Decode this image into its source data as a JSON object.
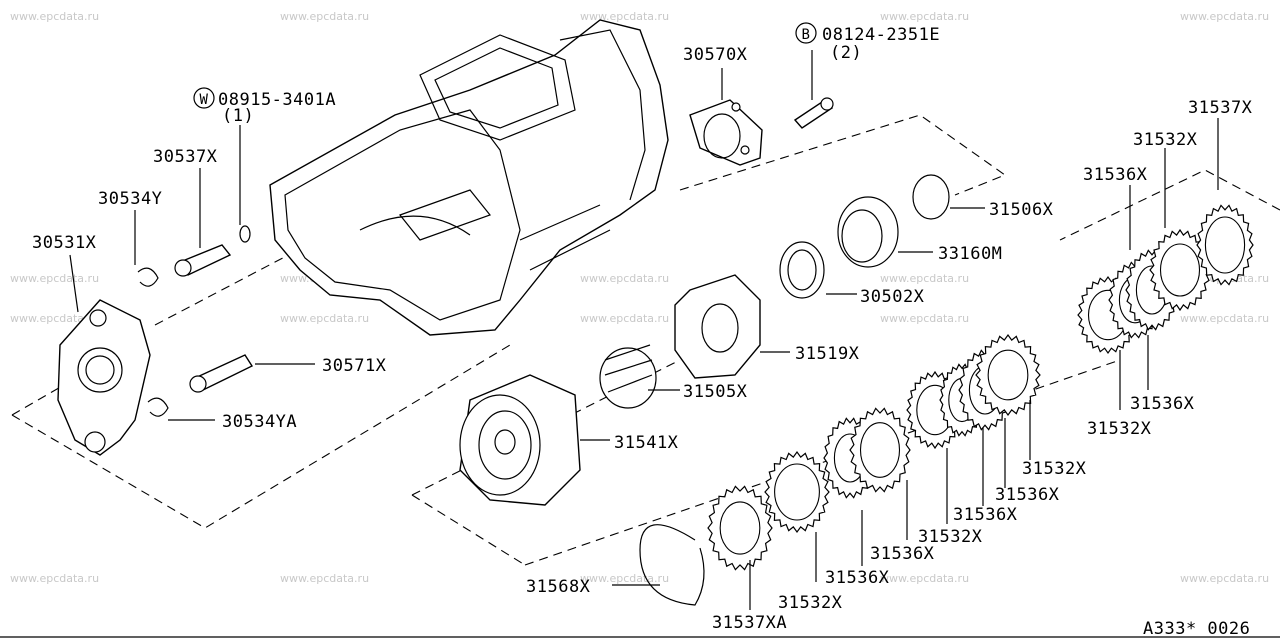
{
  "watermark": "www.epcdata.ru",
  "diagram_code": "A333* 0026",
  "labels": {
    "l30570X": "30570X",
    "l08124": "08124-2351E",
    "l08124q": "(2)",
    "l08915": "08915-3401A",
    "l08915q": "(1)",
    "l30537X": "30537X",
    "l30534Y": "30534Y",
    "l30531X": "30531X",
    "l30571X": "30571X",
    "l30534YA": "30534YA",
    "l31506X": "31506X",
    "l33160M": "33160M",
    "l30502X": "30502X",
    "l31519X": "31519X",
    "l31505X": "31505X",
    "l31541X": "31541X",
    "l31568X": "31568X",
    "l31537XA": "31537XA",
    "l31532X_a": "31532X",
    "l31536X_a": "31536X",
    "l31532X_b": "31532X",
    "l31536X_b": "31536X",
    "l31536X_c": "31536X",
    "l31532X_c": "31532X",
    "l31532X_d": "31532X",
    "l31536X_d": "31536X",
    "l31537X": "31537X",
    "l31532X_e": "31532X",
    "l31536X_e": "31536X"
  },
  "markers": {
    "bolt_marker": "B",
    "washer_marker": "W"
  }
}
